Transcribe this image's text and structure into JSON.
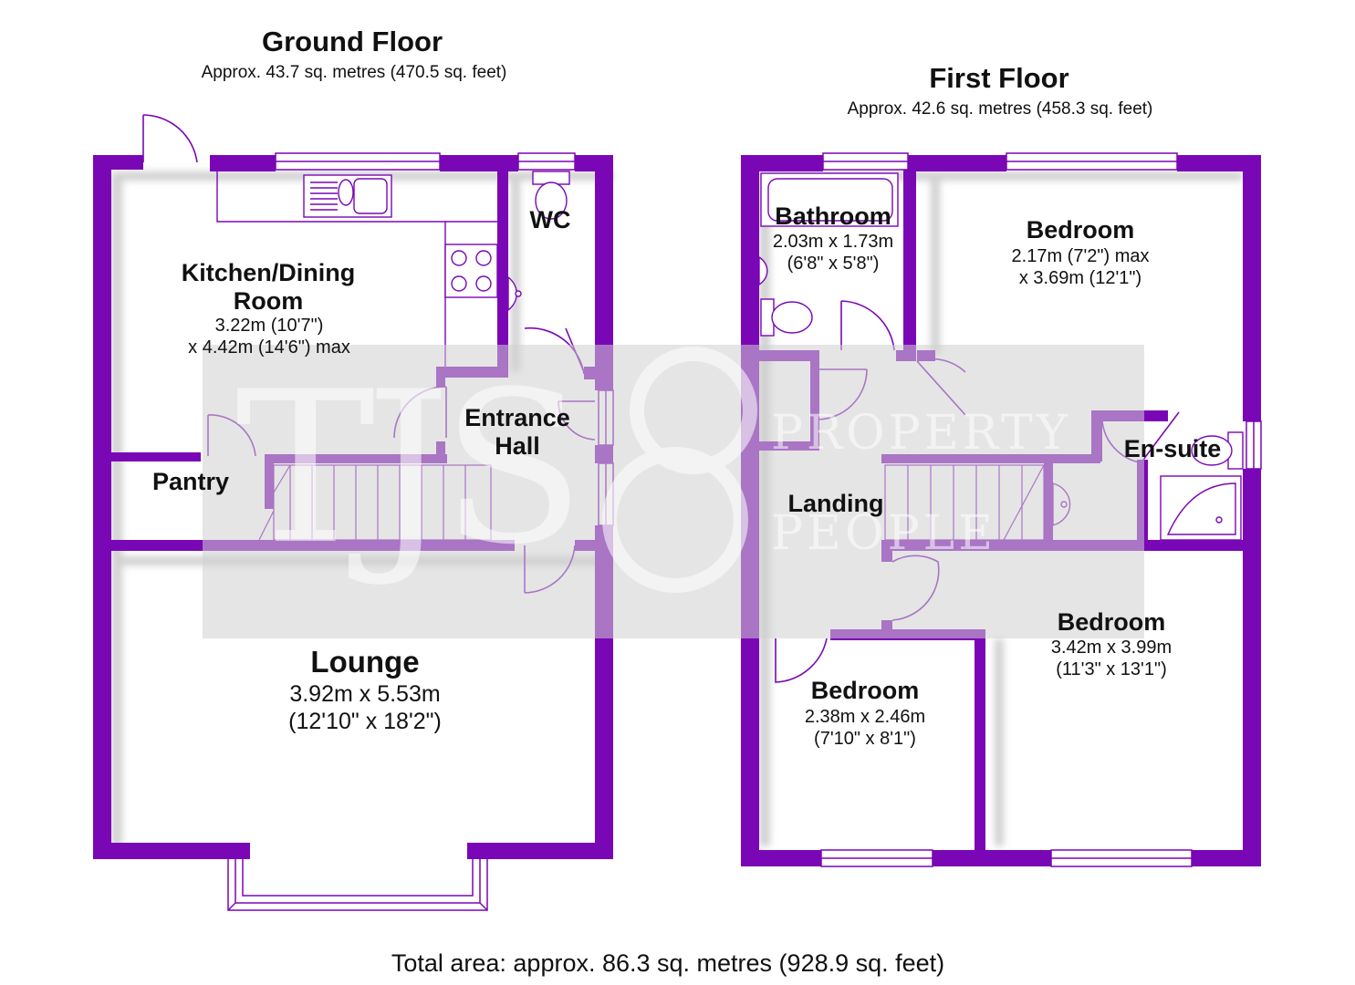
{
  "floors": {
    "ground": {
      "title": "Ground Floor",
      "area": "Approx. 43.7 sq. metres (470.5 sq. feet)",
      "rooms": {
        "kitchen": {
          "name_line1": "Kitchen/Dining",
          "name_line2": "Room",
          "dim_line1": "3.22m (10'7\")",
          "dim_line2": "x 4.42m (14'6\") max"
        },
        "wc": {
          "name": "WC"
        },
        "entrance_hall": {
          "name_line1": "Entrance",
          "name_line2": "Hall"
        },
        "pantry": {
          "name": "Pantry"
        },
        "lounge": {
          "name": "Lounge",
          "dim_line1": "3.92m x 5.53m",
          "dim_line2": "(12'10\" x 18'2\")"
        }
      }
    },
    "first": {
      "title": "First Floor",
      "area": "Approx. 42.6 sq. metres (458.3 sq. feet)",
      "rooms": {
        "bathroom": {
          "name": "Bathroom",
          "dim_line1": "2.03m x 1.73m",
          "dim_line2": "(6'8\" x 5'8\")"
        },
        "bedroom_1": {
          "name": "Bedroom",
          "dim_line1": "2.17m (7'2\") max",
          "dim_line2": "x 3.69m (12'1\")"
        },
        "ensuite": {
          "name": "En-suite"
        },
        "landing": {
          "name": "Landing"
        },
        "bedroom_2": {
          "name": "Bedroom",
          "dim_line1": "3.42m x 3.99m",
          "dim_line2": "(11'3\" x 13'1\")"
        },
        "bedroom_3": {
          "name": "Bedroom",
          "dim_line1": "2.38m x 2.46m",
          "dim_line2": "(7'10\" x 8'1\")"
        }
      }
    }
  },
  "total_area": "Total area: approx. 86.3 sq. metres (928.9 sq. feet)",
  "watermark": {
    "monogram": "TJS",
    "line1": "PROPERTY",
    "line2": "PEOPLE"
  },
  "colors": {
    "wall": "#7a07b5",
    "fixture": "#7a07b5",
    "watermark_band": "#d8d8d8",
    "shadow": "#c9c9c9"
  }
}
